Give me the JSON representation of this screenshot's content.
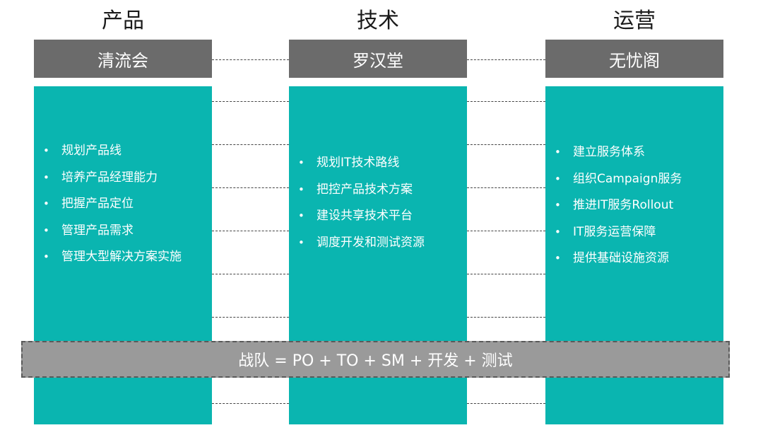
{
  "columns": [
    {
      "title": "产品",
      "header": "清流会",
      "items": [
        "规划产品线",
        "培养产品经理能力",
        "把握产品定位",
        "管理产品需求",
        "管理大型解决方案实施"
      ]
    },
    {
      "title": "技术",
      "header": "罗汉堂",
      "items": [
        "规划IT技术路线",
        "把控产品技术方案",
        "建设共享技术平台",
        "调度开发和测试资源"
      ]
    },
    {
      "title": "运营",
      "header": "无忧阁",
      "items": [
        "建立服务体系",
        "组织Campaign服务",
        "推进IT服务Rollout",
        "IT服务运营保障",
        "提供基础设施资源"
      ]
    }
  ],
  "squad_bar": {
    "label": "战队 = PO + TO + SM + 开发 + 测试"
  }
}
